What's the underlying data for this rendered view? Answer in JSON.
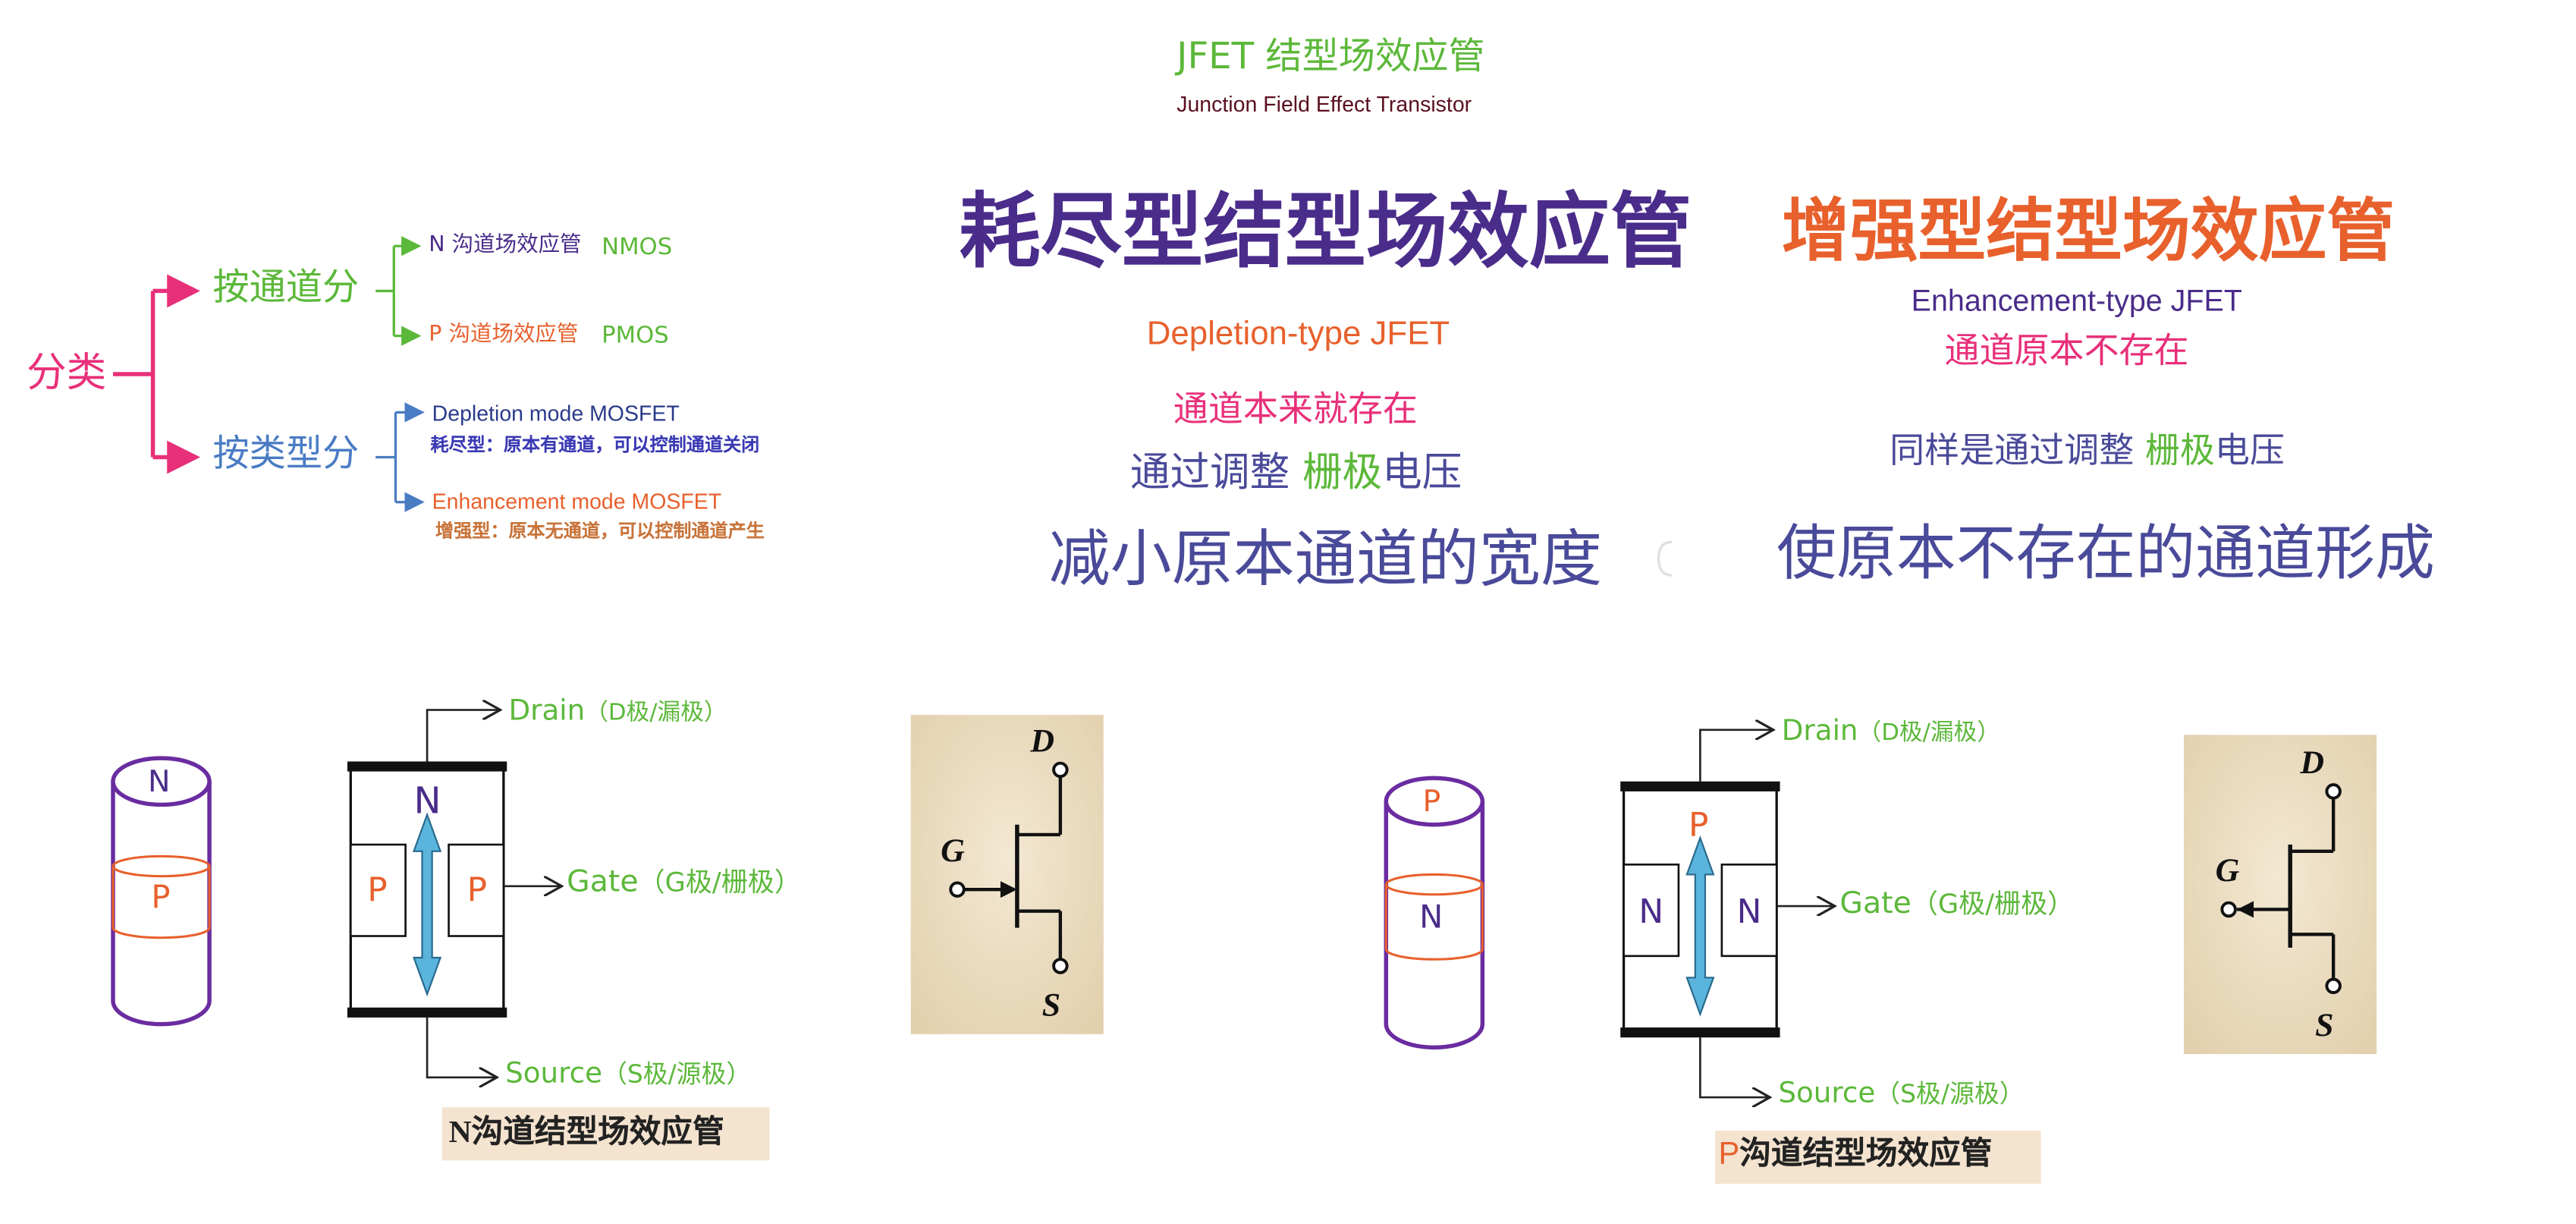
{
  "header": {
    "title": "JFET  结型场效应管",
    "subtitle": "Junction Field Effect Transistor"
  },
  "classification": {
    "root": "分类",
    "by_channel": "按通道分",
    "by_type": "按类型分",
    "n_channel": "N 沟道场效应管",
    "nmos": "NMOS",
    "p_channel": "P 沟道场效应管",
    "pmos": "PMOS",
    "depletion_mode": "Depletion mode  MOSFET",
    "depletion_desc": "耗尽型：原本有通道，可以控制通道关闭",
    "enhancement_mode": "Enhancement mode MOSFET",
    "enhancement_desc": "增强型：原本无通道，可以控制通道产生"
  },
  "depletion": {
    "title": "耗尽型结型场效应管",
    "en": "Depletion-type JFET",
    "line1": "通道本来就存在",
    "line2_pre": "通过调整 ",
    "line2_gate": "栅极",
    "line2_post": "电压",
    "line3": "减小原本通道的宽度"
  },
  "enhancement": {
    "title": "增强型结型场效应管",
    "en": "Enhancement-type JFET",
    "line1": "通道原本不存在",
    "line2_pre": "同样是通过调整 ",
    "line2_gate": "栅极",
    "line2_post": "电压",
    "line3": "使原本不存在的通道形成"
  },
  "n_diagram": {
    "cyl_top": "N",
    "cyl_band": "P",
    "body": "N",
    "left": "P",
    "right": "P",
    "drain": "Drain",
    "drain_note": "（D极/漏极）",
    "gate": "Gate",
    "gate_note": "（G极/栅极）",
    "source": "Source",
    "source_note": "（S极/源极）",
    "caption_letter": "N",
    "caption": "沟道结型场效应管"
  },
  "p_diagram": {
    "cyl_top": "P",
    "cyl_band": "N",
    "body": "P",
    "left": "N",
    "right": "N",
    "drain": "Drain",
    "drain_note": "（D极/漏极）",
    "gate": "Gate",
    "gate_note": "（G极/栅极）",
    "source": "Source",
    "source_note": "（S极/源极）",
    "caption_letter": "P",
    "caption": "沟道结型场效应管"
  },
  "n_symbol": {
    "d": "D",
    "g": "G",
    "s": "S"
  },
  "p_symbol": {
    "d": "D",
    "g": "G",
    "s": "S"
  },
  "colors": {
    "green": "#5cb83a",
    "purple": "#4a2c8a",
    "orange": "#e8602c",
    "pink": "#e8307a",
    "blue": "#4a7cc4",
    "cylinder": "#6a2ca0",
    "arrow": "#5ab4dc",
    "parchment": "#eadcc0"
  }
}
